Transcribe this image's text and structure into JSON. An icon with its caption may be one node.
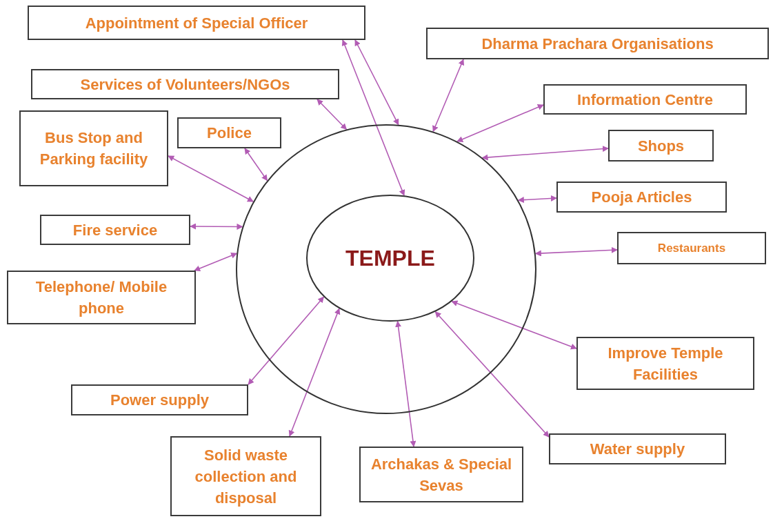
{
  "diagram": {
    "nodes": [
      {
        "text": [],
        "shape": "circle"
      },
      {
        "text": [
          "TEMPLE"
        ],
        "in": 0
      },
      {
        "text": [
          "Appointment of Special Officer"
        ]
      },
      {
        "text": [
          "Dharma Prachara Organisations"
        ]
      },
      {
        "text": [
          "Services of Volunteers/NGOs"
        ]
      },
      {
        "text": [
          "Information Centre"
        ]
      },
      {
        "text": [
          "Bus Stop and Parking facility"
        ]
      },
      {
        "text": [
          "Police"
        ]
      },
      {
        "text": [
          "Shops"
        ]
      },
      {
        "text": [
          "Pooja Articles"
        ]
      },
      {
        "text": [
          "Fire service"
        ]
      },
      {
        "text": [
          "Restaurants"
        ]
      },
      {
        "text": [
          "Telephone/ Mobile phone"
        ]
      },
      {
        "text": [
          "Improve Temple Facilities"
        ]
      },
      {
        "text": [
          "Power supply"
        ]
      },
      {
        "text": [
          "Water supply"
        ]
      },
      {
        "text": [
          "Solid waste collection and disposal"
        ]
      },
      {
        "text": [
          "Archakas & Special Sevas"
        ]
      }
    ],
    "edges": [
      {
        "from": 2,
        "to": 1,
        "arrow": "both"
      },
      {
        "from": 2,
        "to": 0,
        "arrow": "both"
      },
      {
        "from": 3,
        "to": 0,
        "arrow": "both"
      },
      {
        "from": 4,
        "to": 0,
        "arrow": "both"
      },
      {
        "from": 5,
        "to": 0,
        "arrow": "both"
      },
      {
        "from": 6,
        "to": 0,
        "arrow": "both"
      },
      {
        "from": 7,
        "to": 0,
        "arrow": "both"
      },
      {
        "from": 8,
        "to": 0,
        "arrow": "both"
      },
      {
        "from": 9,
        "to": 0,
        "arrow": "both"
      },
      {
        "from": 10,
        "to": 0,
        "arrow": "both"
      },
      {
        "from": 11,
        "to": 0,
        "arrow": "both"
      },
      {
        "from": 12,
        "to": 0,
        "arrow": "both"
      },
      {
        "from": 13,
        "to": 1,
        "arrow": "both"
      },
      {
        "from": 14,
        "to": 1,
        "arrow": "both"
      },
      {
        "from": 15,
        "to": 1,
        "arrow": "both"
      },
      {
        "from": 16,
        "to": 1,
        "arrow": "both"
      },
      {
        "from": 17,
        "to": 1,
        "arrow": "both"
      }
    ]
  }
}
